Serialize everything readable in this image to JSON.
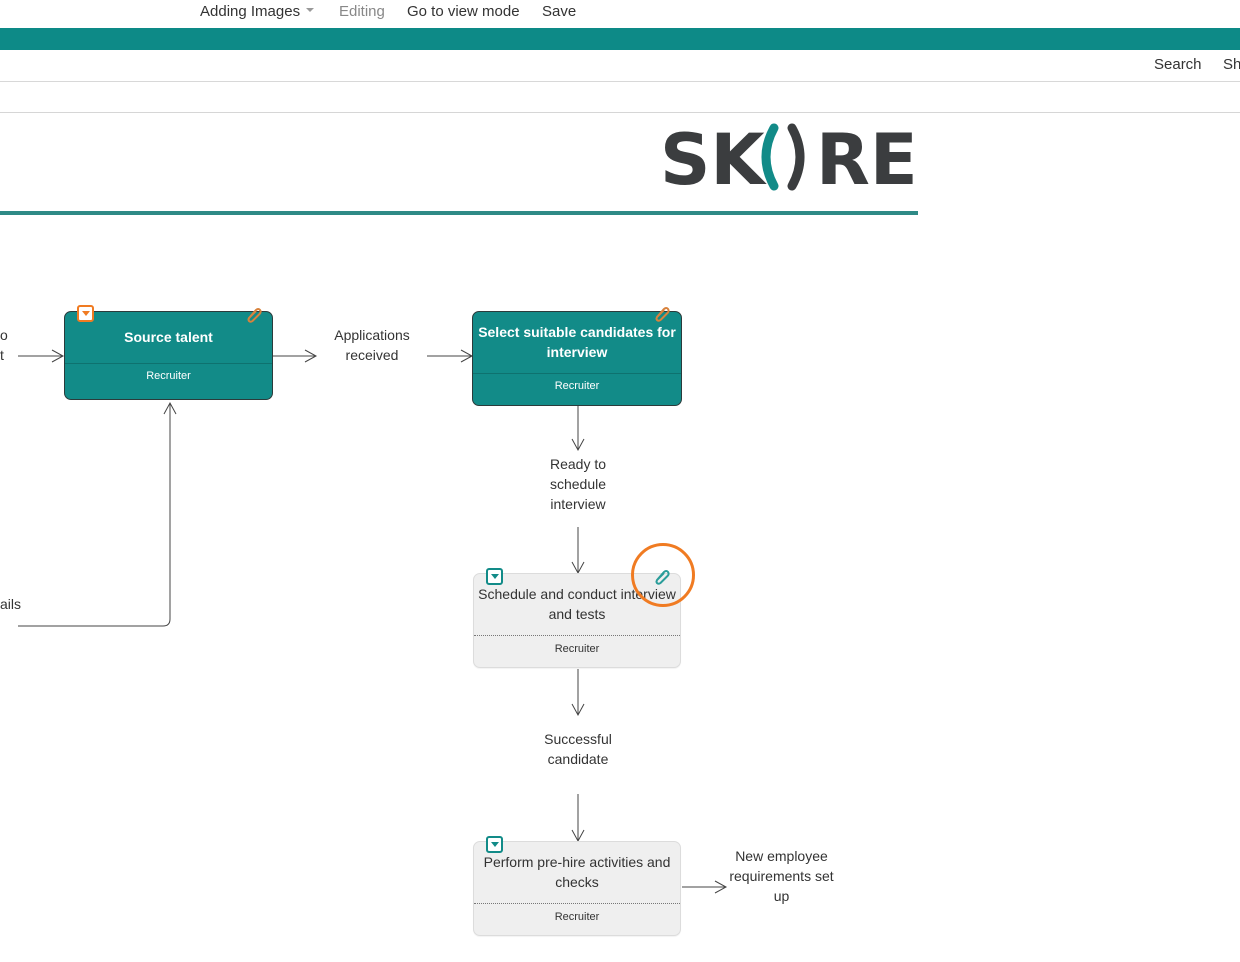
{
  "menu": {
    "adding_images": "Adding Images",
    "editing": "Editing",
    "view_mode": "Go to view mode",
    "save": "Save"
  },
  "toolbar": {
    "search": "Search",
    "share_partial": "Sh"
  },
  "logo": {
    "text": "SKORE"
  },
  "colors": {
    "accent_teal": "#0d8a87",
    "box_teal": "#128b88",
    "highlight_orange": "#f07b22",
    "inactive_box": "#efefef"
  },
  "process": {
    "partial_left_top": [
      "o",
      "t"
    ],
    "partial_left_bottom": "ails",
    "boxes": {
      "source_talent": {
        "title": "Source talent",
        "role": "Recruiter"
      },
      "select_candidates": {
        "title": "Select suitable candidates for interview",
        "role": "Recruiter"
      },
      "schedule_interview": {
        "title": "Schedule and conduct interview and tests",
        "role": "Recruiter"
      },
      "pre_hire": {
        "title": "Perform pre-hire activities and checks",
        "role": "Recruiter"
      }
    },
    "outputs": {
      "applications_received": "Applications received",
      "ready_to_schedule": "Ready to schedule interview",
      "successful_candidate": "Successful candidate",
      "new_employee": "New employee requirements set up"
    }
  }
}
